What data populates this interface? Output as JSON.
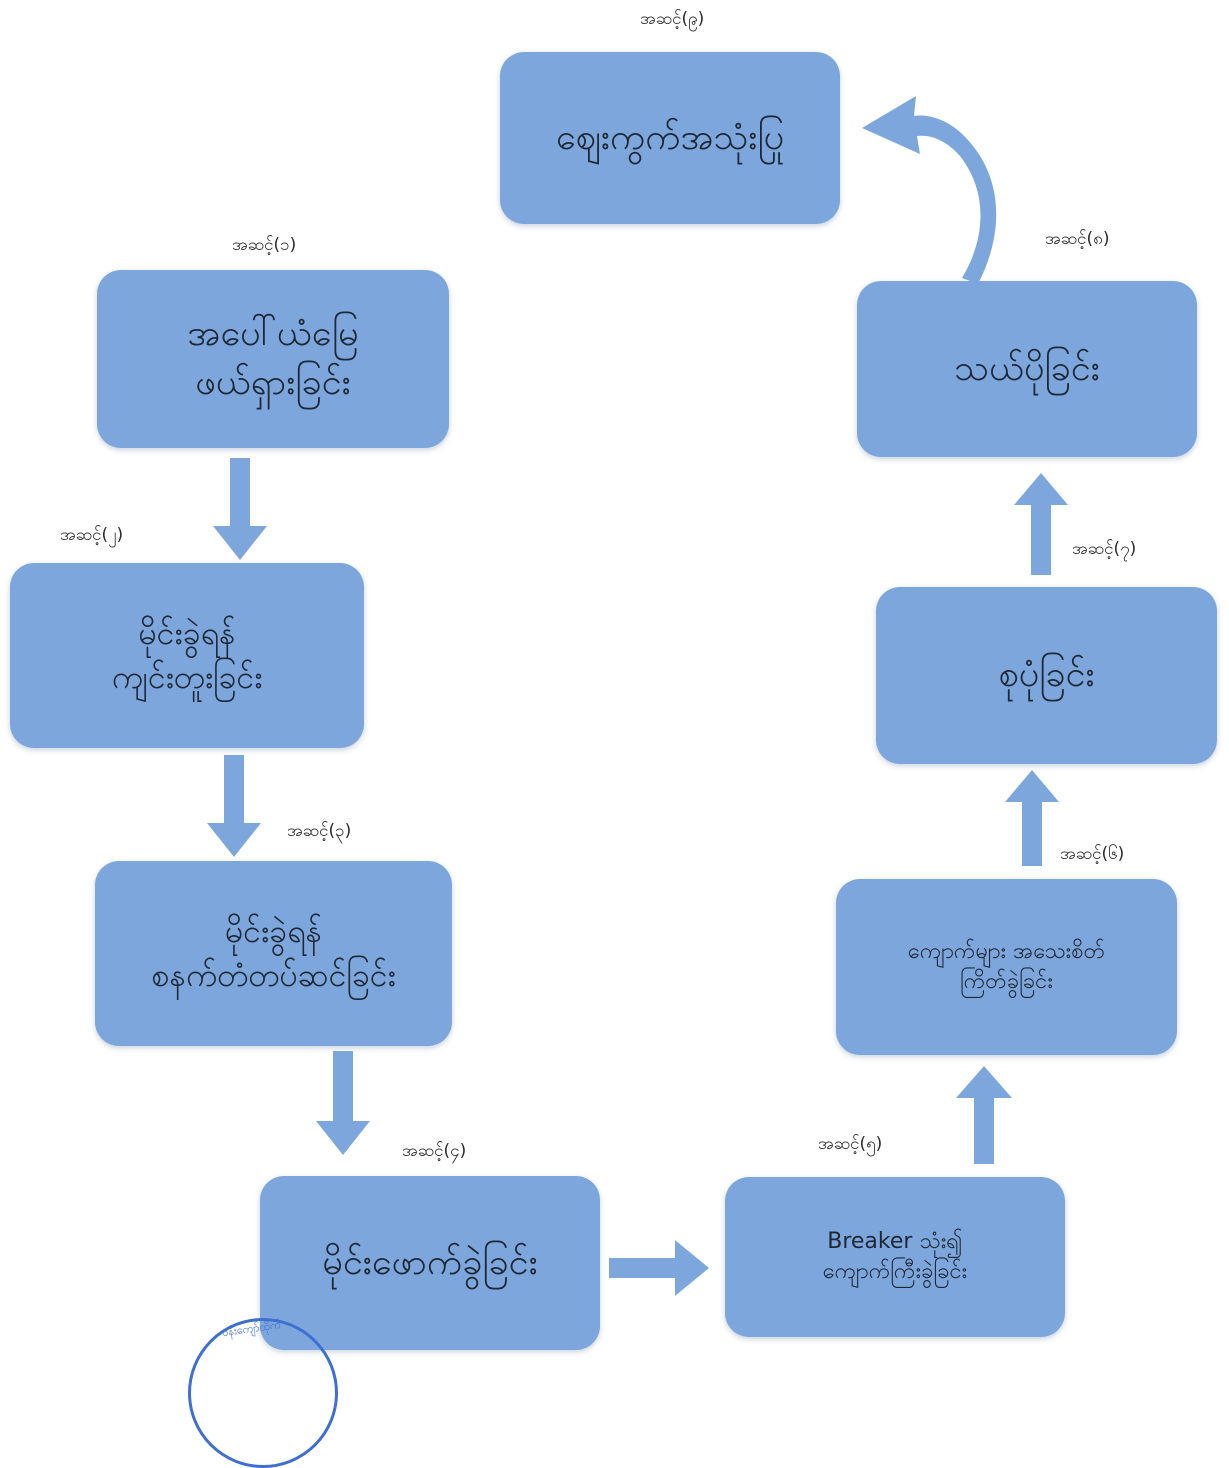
{
  "steps": [
    {
      "id": "1",
      "label": "အဆင့်(၁)",
      "lines": [
        "အပေါ်ယံမြေ",
        "ဖယ်ရှားခြင်း"
      ]
    },
    {
      "id": "2",
      "label": "အဆင့်(၂)",
      "lines": [
        "မိုင်းခွဲရန်",
        "ကျင်းတူးခြင်း"
      ]
    },
    {
      "id": "3",
      "label": "အဆင့်(၃)",
      "lines": [
        "မိုင်းခွဲရန်",
        "စနက်တံတပ်ဆင်ခြင်း"
      ]
    },
    {
      "id": "4",
      "label": "အဆင့်(၄)",
      "lines": [
        "မိုင်းဖောက်ခွဲခြင်း"
      ]
    },
    {
      "id": "5",
      "label": "အဆင့်(၅)",
      "lines": [
        "Breaker သုံး၍",
        "ကျောက်ကြီးခွဲခြင်း"
      ]
    },
    {
      "id": "6",
      "label": "အဆင့်(၆)",
      "lines": [
        "ကျောက်များ အသေးစိတ်",
        "ကြိတ်ခွဲခြင်း"
      ]
    },
    {
      "id": "7",
      "label": "အဆင့်(၇)",
      "lines": [
        "စုပုံခြင်း"
      ]
    },
    {
      "id": "8",
      "label": "အဆင့်(၈)",
      "lines": [
        "သယ်ပိုခြင်း"
      ]
    },
    {
      "id": "9",
      "label": "အဆင့်(၉)",
      "lines": [
        "ဈေးကွက်အသုံးပြု"
      ]
    }
  ],
  "colors": {
    "box_fill": "#7da7dc",
    "text": "#1d2735",
    "seal": "#3f6fd0"
  },
  "seal": {
    "text": "ဝန်းကျော်ထိုက်"
  }
}
